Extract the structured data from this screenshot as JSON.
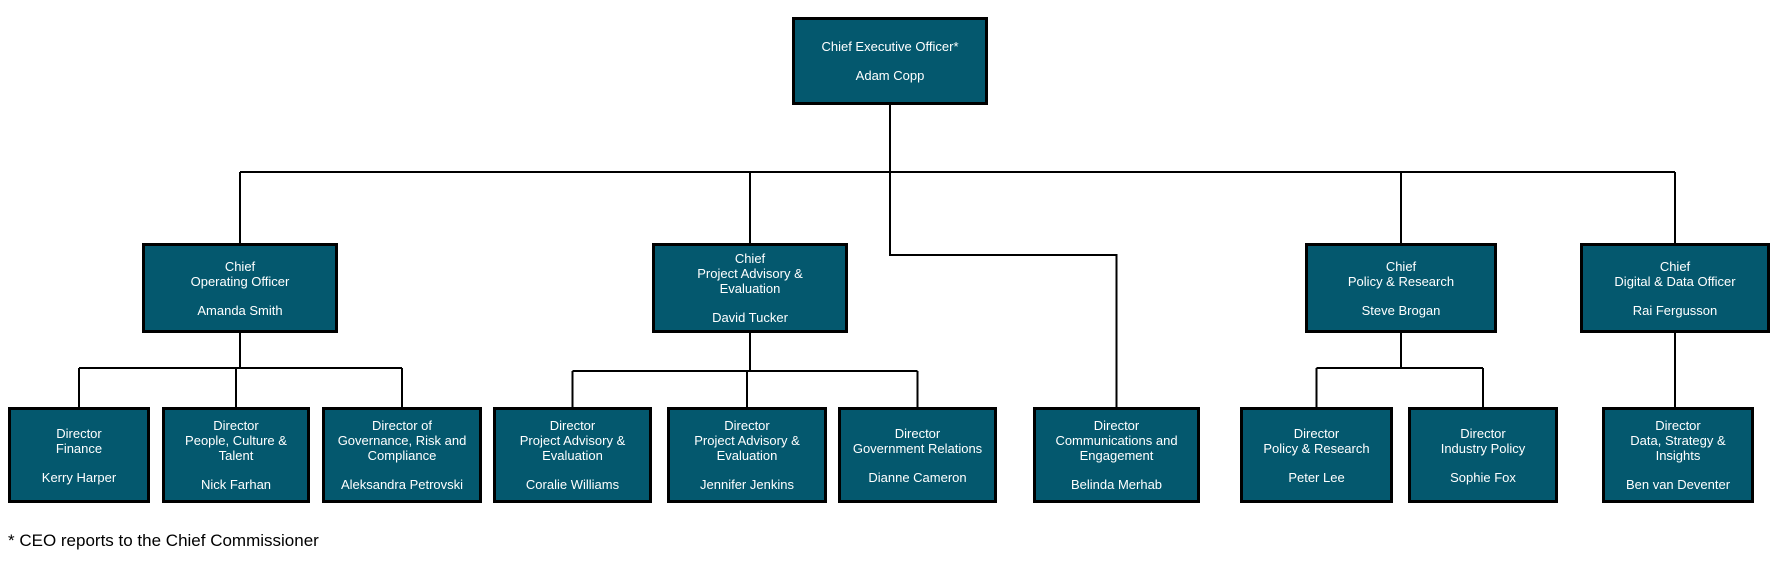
{
  "org": {
    "footnote": "* CEO reports to the Chief Commissioner",
    "nodes": [
      {
        "id": "ceo",
        "role_lines": [
          "Chief Executive Officer*"
        ],
        "person": "Adam Copp"
      },
      {
        "id": "coo",
        "role_lines": [
          "Chief",
          "Operating Officer"
        ],
        "person": "Amanda Smith"
      },
      {
        "id": "cpae",
        "role_lines": [
          "Chief",
          "Project Advisory &",
          "Evaluation"
        ],
        "person": "David Tucker"
      },
      {
        "id": "cpr",
        "role_lines": [
          "Chief",
          "Policy & Research"
        ],
        "person": "Steve Brogan"
      },
      {
        "id": "cddo",
        "role_lines": [
          "Chief",
          "Digital & Data Officer"
        ],
        "person": "Rai Fergusson"
      },
      {
        "id": "fin",
        "role_lines": [
          "Director",
          "Finance"
        ],
        "person": "Kerry Harper"
      },
      {
        "id": "pct",
        "role_lines": [
          "Director",
          "People, Culture &",
          "Talent"
        ],
        "person": "Nick Farhan"
      },
      {
        "id": "grc",
        "role_lines": [
          "Director of",
          "Governance, Risk and",
          "Compliance"
        ],
        "person": "Aleksandra Petrovski"
      },
      {
        "id": "pae1",
        "role_lines": [
          "Director",
          "Project Advisory &",
          "Evaluation"
        ],
        "person": "Coralie Williams"
      },
      {
        "id": "pae2",
        "role_lines": [
          "Director",
          "Project Advisory &",
          "Evaluation"
        ],
        "person": "Jennifer Jenkins"
      },
      {
        "id": "govrel",
        "role_lines": [
          "Director",
          "Government Relations"
        ],
        "person": "Dianne Cameron"
      },
      {
        "id": "comms",
        "role_lines": [
          "Director",
          "Communications and",
          "Engagement"
        ],
        "person": "Belinda Merhab"
      },
      {
        "id": "polres",
        "role_lines": [
          "Director",
          "Policy & Research"
        ],
        "person": "Peter Lee"
      },
      {
        "id": "indpol",
        "role_lines": [
          "Director",
          "Industry Policy"
        ],
        "person": "Sophie Fox"
      },
      {
        "id": "dsi",
        "role_lines": [
          "Director",
          "Data, Strategy &",
          "Insights"
        ],
        "person": "Ben van Deventer"
      }
    ]
  },
  "colors": {
    "box_fill": "#04586E",
    "box_border": "#000000",
    "box_text": "#FFFFFF",
    "connector": "#000000",
    "background": "#FFFFFF",
    "footnote_text": "#000000"
  }
}
